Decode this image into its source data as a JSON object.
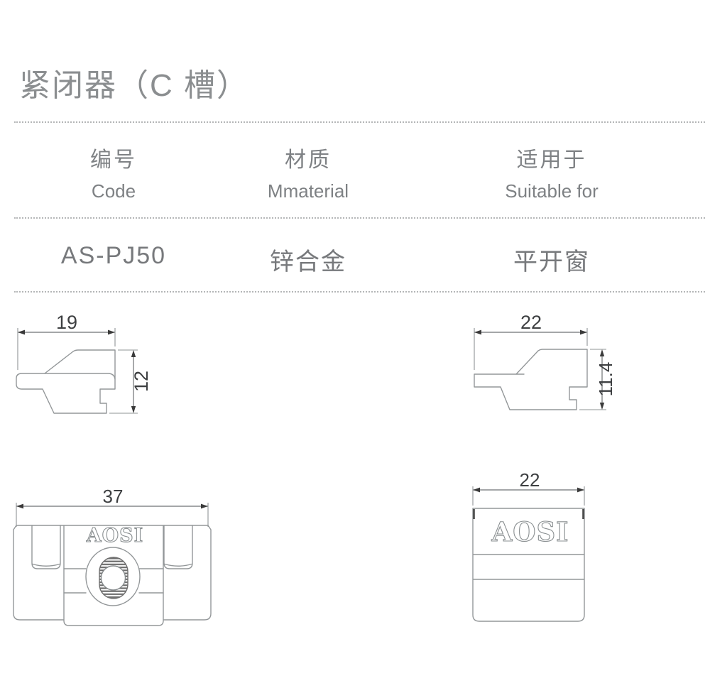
{
  "page": {
    "title": "紧闭器（C 槽）"
  },
  "spec_table": {
    "columns": [
      {
        "label_cn": "编号",
        "label_en": "Code"
      },
      {
        "label_cn": "材质",
        "label_en": "Mmaterial"
      },
      {
        "label_cn": "适用于",
        "label_en": "Suitable for"
      }
    ],
    "row": {
      "code": "AS-PJ50",
      "material": "锌合金",
      "suitable_for": "平开窗"
    }
  },
  "drawings": {
    "side_view_small": {
      "width_dim": "19",
      "height_dim": "12"
    },
    "side_view_large": {
      "width_dim": "22",
      "height_dim": "11.4"
    },
    "top_view": {
      "width_dim": "37",
      "logo": "AOSI"
    },
    "front_view": {
      "width_dim": "22",
      "logo": "AOSI"
    },
    "stroke_color": "#939799",
    "dim_text_color": "#3d3f41"
  }
}
